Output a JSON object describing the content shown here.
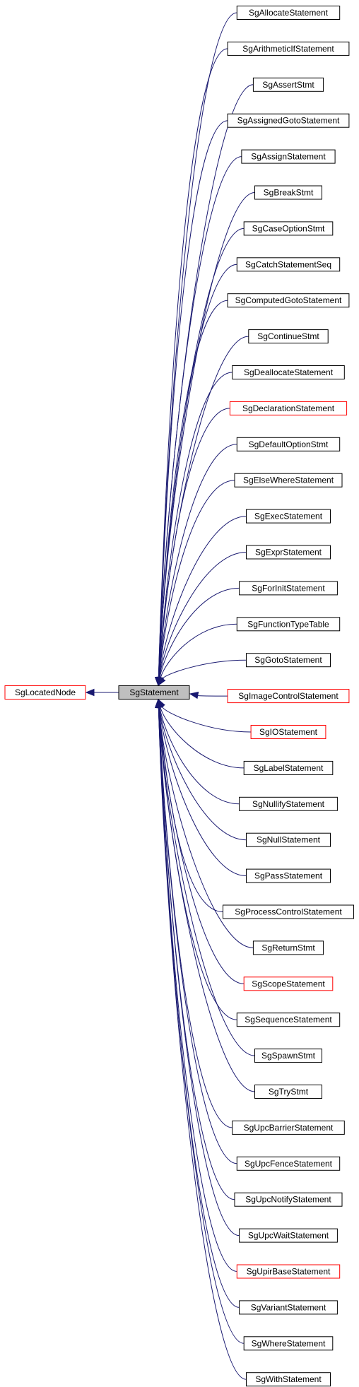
{
  "base_node": {
    "label": "SgLocatedNode",
    "red": true
  },
  "focus_node": {
    "label": "SgStatement"
  },
  "derived_nodes": [
    {
      "label": "SgAllocateStatement",
      "red": false
    },
    {
      "label": "SgArithmeticIfStatement",
      "red": false
    },
    {
      "label": "SgAssertStmt",
      "red": false
    },
    {
      "label": "SgAssignedGotoStatement",
      "red": false
    },
    {
      "label": "SgAssignStatement",
      "red": false
    },
    {
      "label": "SgBreakStmt",
      "red": false
    },
    {
      "label": "SgCaseOptionStmt",
      "red": false
    },
    {
      "label": "SgCatchStatementSeq",
      "red": false
    },
    {
      "label": "SgComputedGotoStatement",
      "red": false
    },
    {
      "label": "SgContinueStmt",
      "red": false
    },
    {
      "label": "SgDeallocateStatement",
      "red": false
    },
    {
      "label": "SgDeclarationStatement",
      "red": true
    },
    {
      "label": "SgDefaultOptionStmt",
      "red": false
    },
    {
      "label": "SgElseWhereStatement",
      "red": false
    },
    {
      "label": "SgExecStatement",
      "red": false
    },
    {
      "label": "SgExprStatement",
      "red": false
    },
    {
      "label": "SgForInitStatement",
      "red": false
    },
    {
      "label": "SgFunctionTypeTable",
      "red": false
    },
    {
      "label": "SgGotoStatement",
      "red": false
    },
    {
      "label": "SgImageControlStatement",
      "red": true
    },
    {
      "label": "SgIOStatement",
      "red": true
    },
    {
      "label": "SgLabelStatement",
      "red": false
    },
    {
      "label": "SgNullifyStatement",
      "red": false
    },
    {
      "label": "SgNullStatement",
      "red": false
    },
    {
      "label": "SgPassStatement",
      "red": false
    },
    {
      "label": "SgProcessControlStatement",
      "red": false
    },
    {
      "label": "SgReturnStmt",
      "red": false
    },
    {
      "label": "SgScopeStatement",
      "red": true
    },
    {
      "label": "SgSequenceStatement",
      "red": false
    },
    {
      "label": "SgSpawnStmt",
      "red": false
    },
    {
      "label": "SgTryStmt",
      "red": false
    },
    {
      "label": "SgUpcBarrierStatement",
      "red": false
    },
    {
      "label": "SgUpcFenceStatement",
      "red": false
    },
    {
      "label": "SgUpcNotifyStatement",
      "red": false
    },
    {
      "label": "SgUpcWaitStatement",
      "red": false
    },
    {
      "label": "SgUpirBaseStatement",
      "red": true
    },
    {
      "label": "SgVariantStatement",
      "red": false
    },
    {
      "label": "SgWhereStatement",
      "red": false
    },
    {
      "label": "SgWithStatement",
      "red": false
    }
  ],
  "colors": {
    "edge": "#191970",
    "red_border": "#ff0000",
    "focus_fill": "#bfbfbf"
  }
}
